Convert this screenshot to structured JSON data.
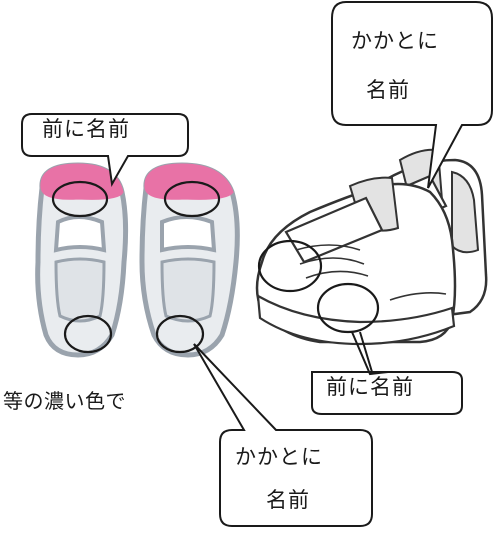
{
  "callouts": {
    "top_right_heel": {
      "line1": "かかとに",
      "line2": "名前"
    },
    "top_left_front": {
      "text": "前に名前"
    },
    "bottom_right_front": {
      "text": "前に名前"
    },
    "bottom_mid_heel": {
      "line1": "かかとに",
      "line2": "名前"
    }
  },
  "body_text": "等の濃い色で",
  "colors": {
    "slipper_outline": "#9aa3ad",
    "slipper_fill": "#e9ecef",
    "slipper_toe": "#e872a6",
    "sneaker_stroke": "#333333",
    "sneaker_fill": "#ffffff",
    "sneaker_shade": "#e3e3e3",
    "callout_stroke": "#1a1a1a"
  }
}
